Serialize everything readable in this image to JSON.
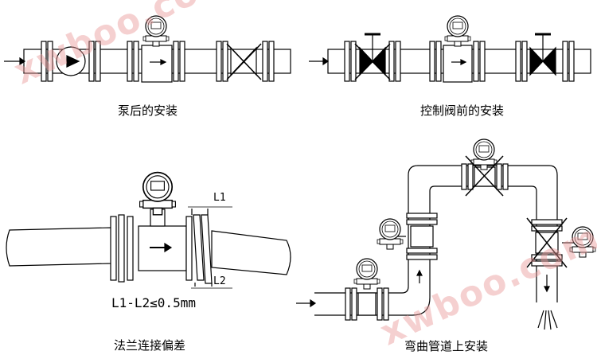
{
  "captions": {
    "after_pump": "泵后的安装",
    "before_valve": "控制阀前的安装",
    "flange_deviation": "法兰连接偏差",
    "curved_pipe": "弯曲管道上安装"
  },
  "dimensions": {
    "l1": "L1",
    "l2": "L2",
    "formula": "L1-L2≤0.5mm"
  },
  "watermark": "xwboo.com",
  "colors": {
    "line": "#000000",
    "watermark": "#e89696"
  }
}
